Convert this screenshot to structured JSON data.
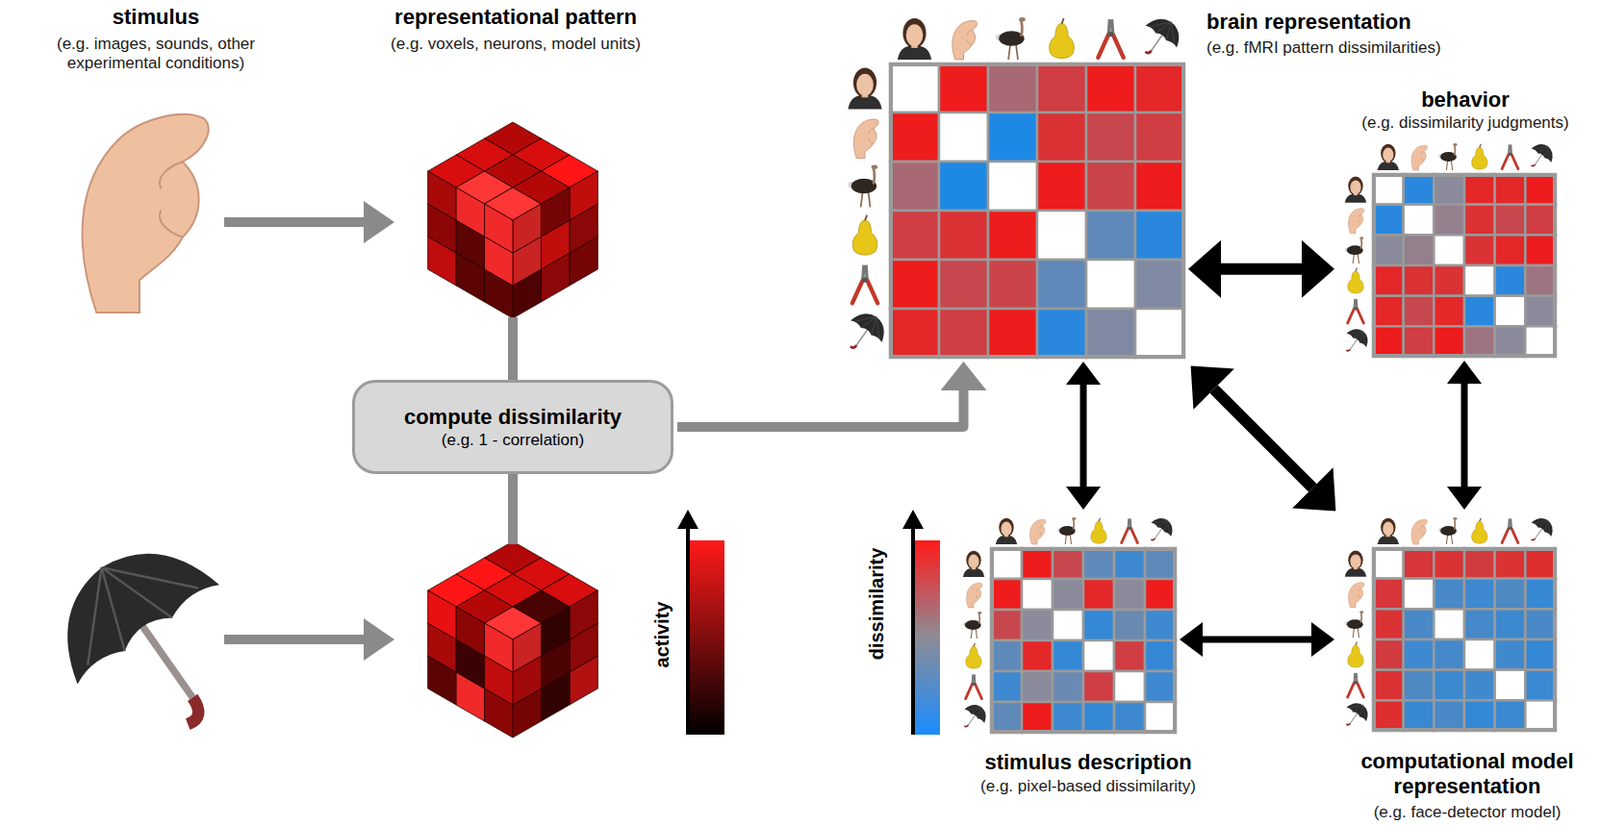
{
  "diagram": {
    "nodes": [
      {
        "text": [
          "brain representation",
          "(e.g. fMRI pattern dissimilarities)"
        ]
      },
      {
        "text": [
          "behavior",
          "(e.g. dissimilarity judgments)"
        ]
      },
      {
        "text": [
          "compute dissimilarity",
          "(e.g. 1 - correlation)"
        ]
      },
      {
        "text": [
          "stimulus description",
          "(e.g. pixel-based dissimilarity)"
        ]
      },
      {
        "text": [
          "computational model representation",
          "(e.g. face-detector model)"
        ]
      }
    ],
    "edges": [
      {
        "from": 2,
        "to": 0,
        "arrow": "to"
      },
      {
        "from": 0,
        "to": 1,
        "arrow": "both"
      },
      {
        "from": 0,
        "to": 3,
        "arrow": "both"
      },
      {
        "from": 0,
        "to": 4,
        "arrow": "both"
      },
      {
        "from": 1,
        "to": 4,
        "arrow": "both"
      },
      {
        "from": 3,
        "to": 4,
        "arrow": "both"
      }
    ],
    "labels": [
      "stimulus",
      "(e.g. images, sounds, other experimental conditions)",
      "representational pattern",
      "(e.g. voxels, neurons, model units)",
      "activity",
      "dissimilarity"
    ]
  }
}
